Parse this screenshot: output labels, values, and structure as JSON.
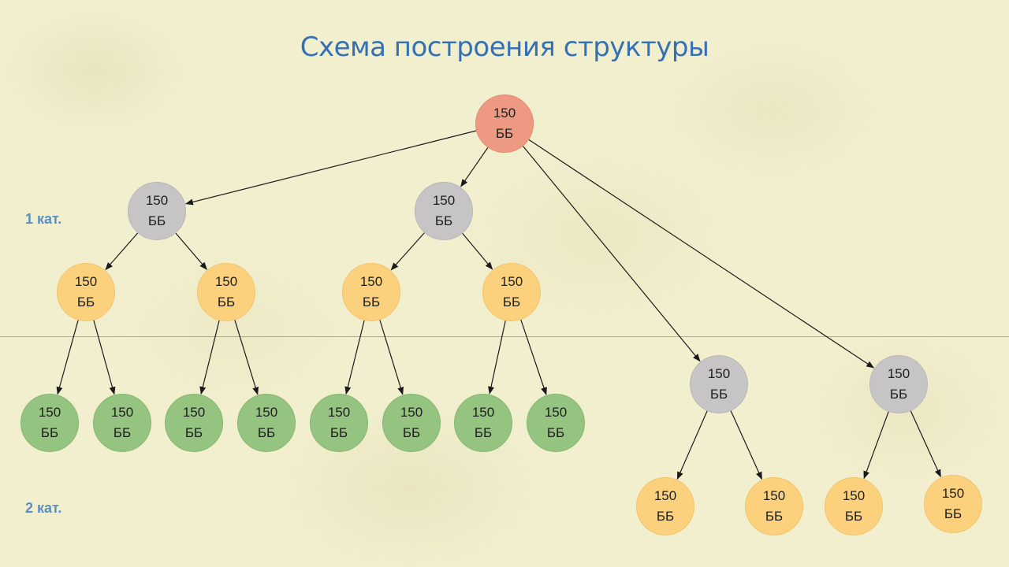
{
  "title": "Схема построения структуры",
  "levels": {
    "level_1": "1 кат.",
    "level_2": "2 кат."
  },
  "node_label": {
    "value": "150",
    "unit": "ББ"
  },
  "colors": {
    "title": "#3570b4",
    "level_labels": "#5b8fc4",
    "root_node": "#ee9a82",
    "gray_node": "#c6c4c4",
    "orange_node": "#fbd17e",
    "green_node": "#94c47f",
    "divider": "#8fb0d8",
    "background": "#f2efcf"
  },
  "nodes": [
    {
      "id": "n-root",
      "type": "red",
      "value": "150",
      "unit": "ББ"
    },
    {
      "id": "n-g1",
      "type": "gray",
      "value": "150",
      "unit": "ББ"
    },
    {
      "id": "n-g2",
      "type": "gray",
      "value": "150",
      "unit": "ББ"
    },
    {
      "id": "n-o1",
      "type": "orange",
      "value": "150",
      "unit": "ББ"
    },
    {
      "id": "n-o2",
      "type": "orange",
      "value": "150",
      "unit": "ББ"
    },
    {
      "id": "n-o3",
      "type": "orange",
      "value": "150",
      "unit": "ББ"
    },
    {
      "id": "n-o4",
      "type": "orange",
      "value": "150",
      "unit": "ББ"
    },
    {
      "id": "n-gr1",
      "type": "green",
      "value": "150",
      "unit": "ББ"
    },
    {
      "id": "n-gr2",
      "type": "green",
      "value": "150",
      "unit": "ББ"
    },
    {
      "id": "n-gr3",
      "type": "green",
      "value": "150",
      "unit": "ББ"
    },
    {
      "id": "n-gr4",
      "type": "green",
      "value": "150",
      "unit": "ББ"
    },
    {
      "id": "n-gr5",
      "type": "green",
      "value": "150",
      "unit": "ББ"
    },
    {
      "id": "n-gr6",
      "type": "green",
      "value": "150",
      "unit": "ББ"
    },
    {
      "id": "n-gr7",
      "type": "green",
      "value": "150",
      "unit": "ББ"
    },
    {
      "id": "n-gr8",
      "type": "green",
      "value": "150",
      "unit": "ББ"
    },
    {
      "id": "n-g3",
      "type": "gray",
      "value": "150",
      "unit": "ББ"
    },
    {
      "id": "n-g4",
      "type": "gray",
      "value": "150",
      "unit": "ББ"
    },
    {
      "id": "n-o5",
      "type": "orange",
      "value": "150",
      "unit": "ББ"
    },
    {
      "id": "n-o6",
      "type": "orange",
      "value": "150",
      "unit": "ББ"
    },
    {
      "id": "n-o7",
      "type": "orange",
      "value": "150",
      "unit": "ББ"
    },
    {
      "id": "n-o8",
      "type": "orange",
      "value": "150",
      "unit": "ББ"
    }
  ],
  "edges": [
    [
      "n-root",
      "n-g1"
    ],
    [
      "n-root",
      "n-g2"
    ],
    [
      "n-root",
      "n-g3"
    ],
    [
      "n-root",
      "n-g4"
    ],
    [
      "n-g1",
      "n-o1"
    ],
    [
      "n-g1",
      "n-o2"
    ],
    [
      "n-g2",
      "n-o3"
    ],
    [
      "n-g2",
      "n-o4"
    ],
    [
      "n-o1",
      "n-gr1"
    ],
    [
      "n-o1",
      "n-gr2"
    ],
    [
      "n-o2",
      "n-gr3"
    ],
    [
      "n-o2",
      "n-gr4"
    ],
    [
      "n-o3",
      "n-gr5"
    ],
    [
      "n-o3",
      "n-gr6"
    ],
    [
      "n-o4",
      "n-gr7"
    ],
    [
      "n-o4",
      "n-gr8"
    ],
    [
      "n-g3",
      "n-o5"
    ],
    [
      "n-g3",
      "n-o6"
    ],
    [
      "n-g4",
      "n-o7"
    ],
    [
      "n-g4",
      "n-o8"
    ]
  ]
}
